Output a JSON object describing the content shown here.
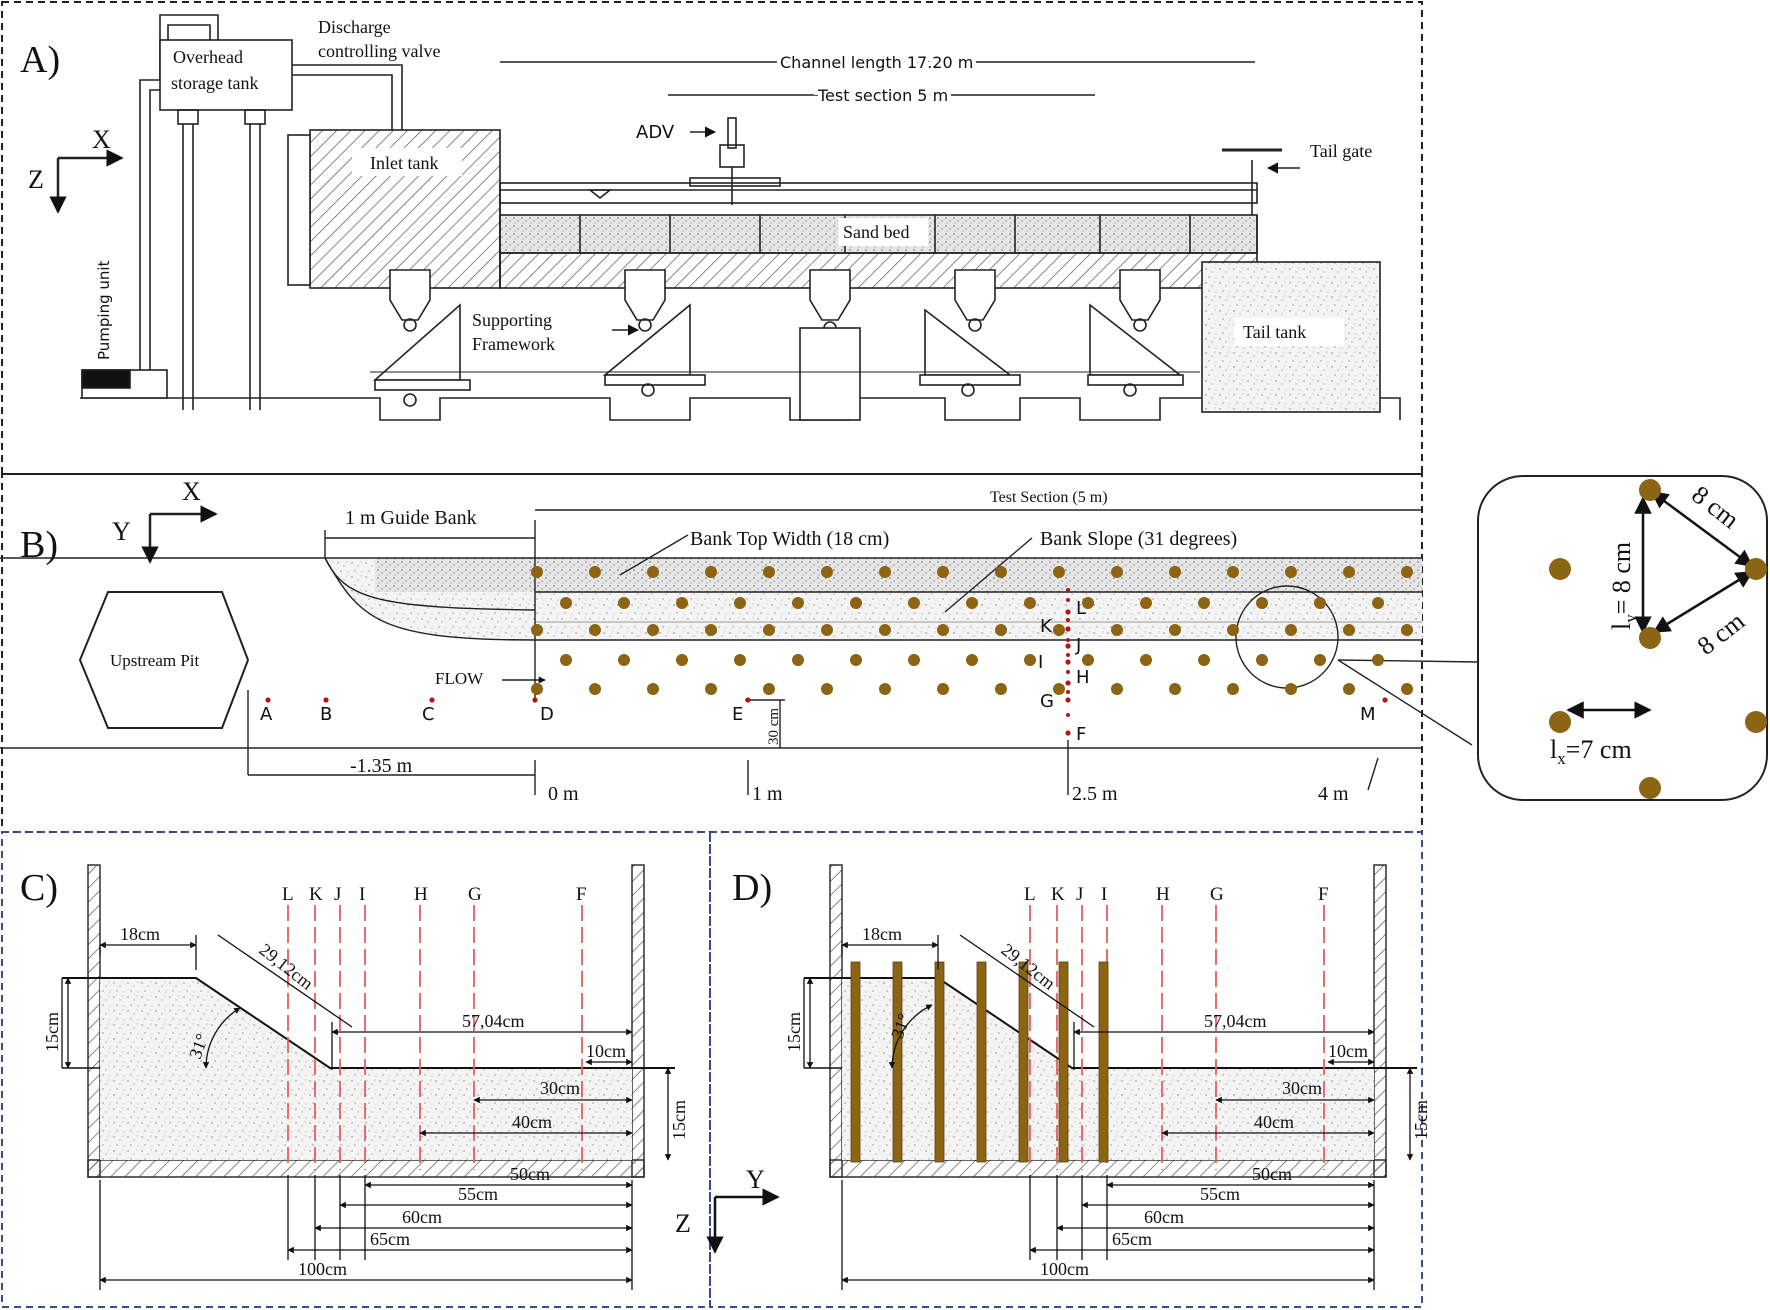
{
  "panels": {
    "a": "A)",
    "b": "B)",
    "c": "C)",
    "d": "D)"
  },
  "panel_a": {
    "overhead_tank": [
      "Overhead",
      "storage tank"
    ],
    "discharge_valve": [
      "Discharge",
      "controlling valve"
    ],
    "channel_length": "Channel length 17.20 m",
    "test_section": "Test section 5 m",
    "adv": "ADV",
    "tail_gate": "Tail gate",
    "inlet_tank": "Inlet tank",
    "sand_bed": "Sand bed",
    "supporting": [
      "Supporting",
      "Framework"
    ],
    "tail_tank": "Tail tank",
    "pumping_unit": "Pumping unit",
    "axis_x": "X",
    "axis_z": "Z"
  },
  "panel_b": {
    "axis_x": "X",
    "axis_y": "Y",
    "test_section": "Test Section (5 m)",
    "guide_bank": "1 m Guide Bank",
    "bank_top_width": "Bank Top Width (18 cm)",
    "bank_slope": "Bank Slope (31 degrees)",
    "upstream_pit": "Upstream Pit",
    "flow": "FLOW",
    "points": [
      "A",
      "B",
      "C",
      "D",
      "E",
      "F",
      "G",
      "H",
      "I",
      "J",
      "K",
      "L",
      "M"
    ],
    "dist_30cm": "30 cm",
    "dist_neg": "-1.35 m",
    "marks": [
      "0 m",
      "1 m",
      "2.5 m",
      "4 m"
    ],
    "inset_8cm_a": "8 cm",
    "inset_8cm_b": "8 cm",
    "inset_ly_main": "l",
    "inset_ly_sub": "y",
    "inset_ly_val": "= 8 cm",
    "inset_lx_main": "l",
    "inset_lx_sub": "x",
    "inset_lx_val": "=7 cm"
  },
  "section": {
    "lines": [
      "L",
      "K",
      "J",
      "I",
      "H",
      "G",
      "F"
    ],
    "dim_18": "18cm",
    "dim_slope": "29,12cm",
    "dim_angle": "31°",
    "dim_15_left": "15cm",
    "dim_15_right": "15cm",
    "dim_5704": "57,04cm",
    "dim_10": "10cm",
    "dim_30": "30cm",
    "dim_40": "40cm",
    "dim_50": "50cm",
    "dim_55": "55cm",
    "dim_60": "60cm",
    "dim_65": "65cm",
    "dim_100": "100cm",
    "axis_y": "Y",
    "axis_z": "Z"
  },
  "colors": {
    "pile": "#8b6414",
    "point": "#b01818",
    "guide": "#e06060",
    "frame_top": "#222222",
    "frame_bottom": "#3a4f8a"
  }
}
